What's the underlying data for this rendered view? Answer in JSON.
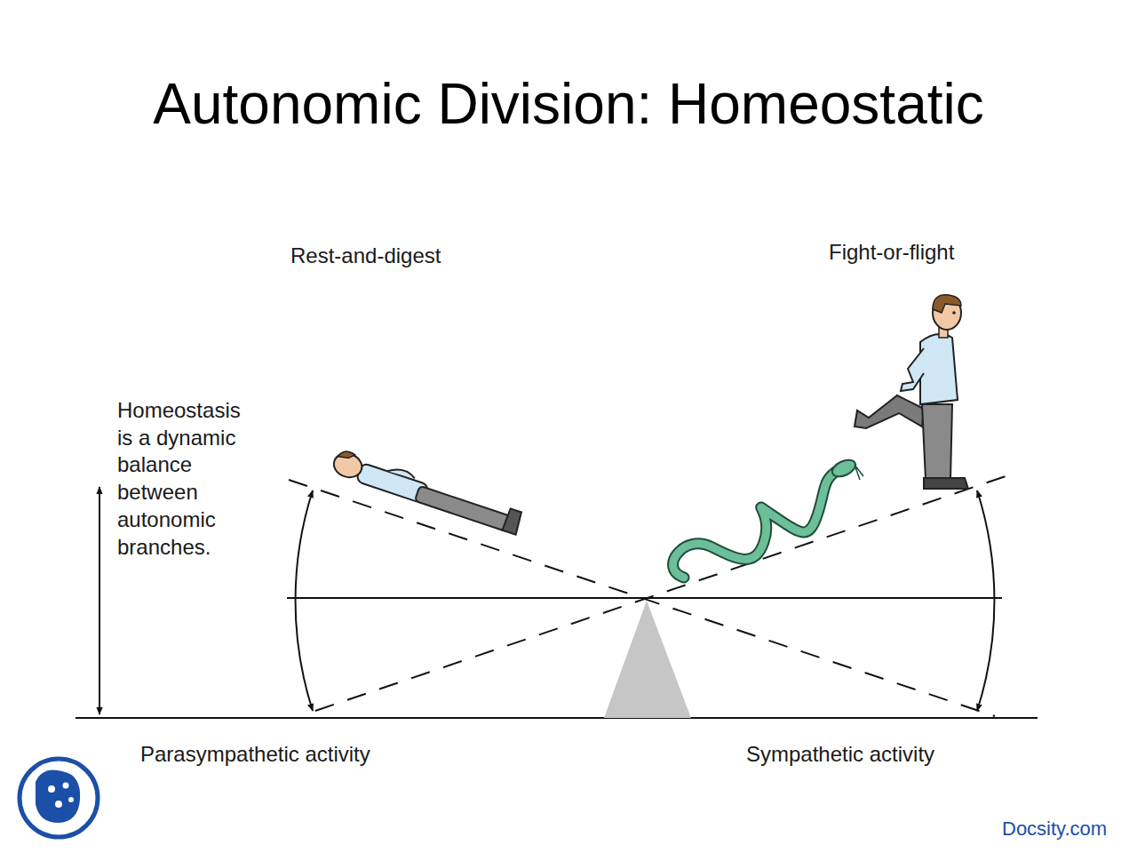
{
  "diagram": {
    "title": "Autonomic Division: Homeostatic",
    "labels": [
      "Rest-and-digest",
      "Fight-or-flight",
      "Homeostasis is a dynamic balance between autonomic branches.",
      "Parasympathetic activity",
      "Sympathetic activity",
      "Docsity.com"
    ]
  }
}
